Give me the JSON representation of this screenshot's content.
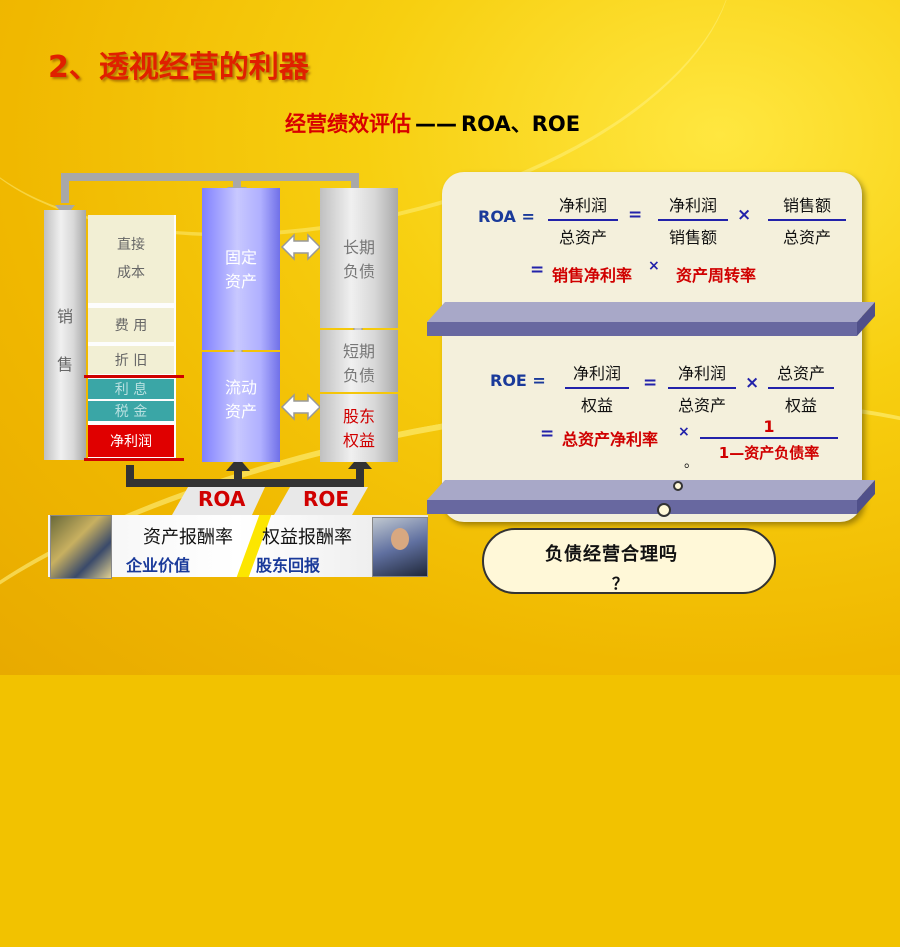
{
  "slide": {
    "title": "2、透视经营的利器",
    "subtitle_cn": "经营绩效评估",
    "subtitle_dash": "——",
    "subtitle_en": "ROA、ROE"
  },
  "diagram": {
    "sales": "销\n\n售",
    "direct_cost": "直接\n\n成本",
    "expense": "费 用",
    "depreciation": "折 旧",
    "interest": "利 息",
    "tax": "税 金",
    "net_profit": "净利润",
    "fixed_assets": "固定\n资产",
    "current_assets": "流动\n资产",
    "long_debt": "长期\n负债",
    "short_debt": "短期\n负债",
    "equity": "股东\n权益",
    "roa_tag": "ROA",
    "roe_tag": "ROE",
    "roa_desc": "资产报酬率",
    "roe_desc": "权益报酬率",
    "roa_meaning": "企业价值",
    "roe_meaning": "股东回报"
  },
  "roa": {
    "label": "ROA =",
    "f1_num": "净利润",
    "f1_den": "总资产",
    "f2_num": "净利润",
    "f2_den": "销售额",
    "f3_num": "销售额",
    "f3_den": "总资产",
    "eq": "=",
    "times": "×",
    "result_eq": "=",
    "result_a": "销售净利率",
    "result_times": "×",
    "result_b": "资产周转率"
  },
  "roe": {
    "label": "ROE =",
    "f1_num": "净利润",
    "f1_den": "权益",
    "f2_num": "净利润",
    "f2_den": "总资产",
    "f3_num": "总资产",
    "f3_den": "权益",
    "eq": "=",
    "times": "×",
    "result_eq": "=",
    "result_a": "总资产净利率",
    "result_times": "×",
    "result_num": "1",
    "result_den": "1—资产负债率",
    "dot": "。"
  },
  "cloud": {
    "text": "负债经营合理吗",
    "question": "？"
  },
  "colors": {
    "title": "#e02000",
    "accent_red": "#d00000",
    "formula_blue": "#1a3a9a",
    "background": "#f2c200"
  }
}
